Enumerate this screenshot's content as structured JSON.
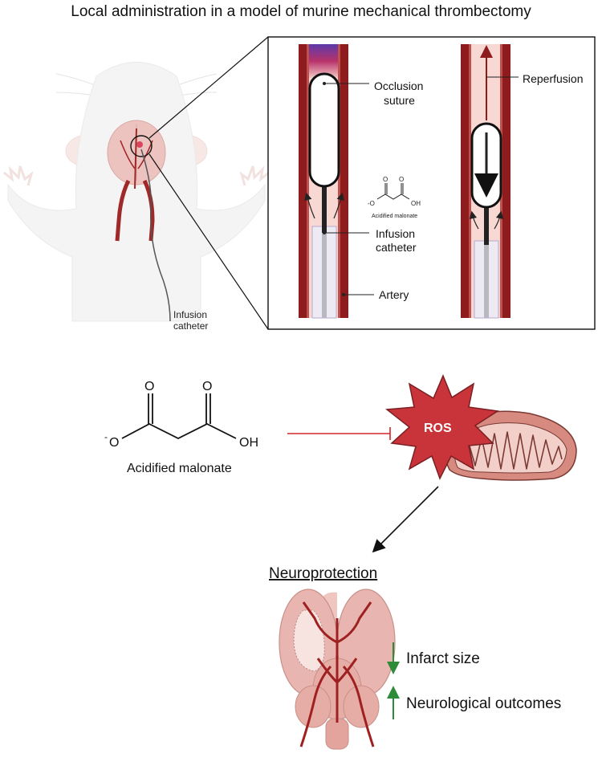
{
  "title": "Local administration in a model of murine mechanical thrombectomy",
  "mouse_panel": {
    "catheter_label_line1": "Infusion",
    "catheter_label_line2": "catheter"
  },
  "inset_panel": {
    "occlusion_line1": "Occlusion",
    "occlusion_line2": "suture",
    "infusion_line1": "Infusion",
    "infusion_line2": "catheter",
    "artery": "Artery",
    "reperfusion": "Reperfusion",
    "small_molecule_o_top_left": "O",
    "small_molecule_o_top_right": "O",
    "small_molecule_o_minus": "-O",
    "small_molecule_oh": "OH",
    "small_molecule_caption": "Acidified malonate"
  },
  "mechanism": {
    "molecule_o_left": "O",
    "molecule_o_right": "O",
    "molecule_o_minus_charge": "-",
    "molecule_o_minus": "O",
    "molecule_oh": "OH",
    "molecule_caption": "Acidified malonate",
    "ros_label": "ROS"
  },
  "outcome": {
    "heading": "Neuroprotection",
    "item1": "Infarct size",
    "item2": "Neurological outcomes"
  },
  "colors": {
    "artery_dark": "#8e1c1c",
    "artery_light": "#f7d8d3",
    "ros_red": "#c9343a",
    "inhibit_red": "#d2272b",
    "down_up_green": "#2e8b3a",
    "brain_pink": "#e9b5b0"
  }
}
